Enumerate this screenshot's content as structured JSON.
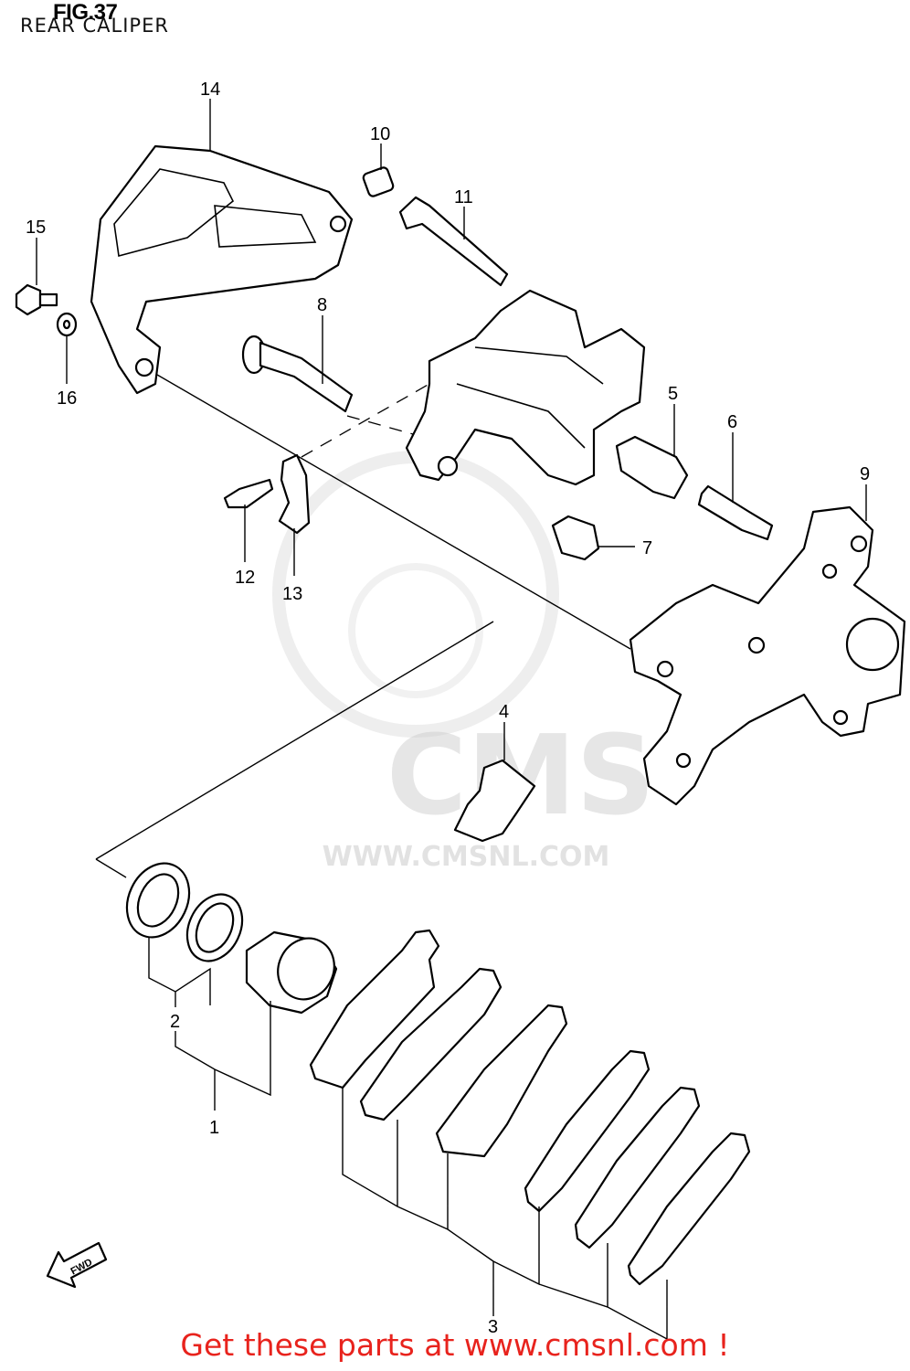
{
  "header": {
    "figure": "FIG.37",
    "subtitle": "REAR CALIPER"
  },
  "watermark": {
    "brand": "CMS",
    "url": "WWW.CMSNL.COM"
  },
  "footer": {
    "cta": "Get these parts at www.cmsnl.com !",
    "color": "#e8231d"
  },
  "direction_badge": "FWD",
  "callouts": {
    "c1": "1",
    "c2": "2",
    "c3": "3",
    "c4": "4",
    "c5": "5",
    "c6": "6",
    "c7": "7",
    "c8": "8",
    "c9": "9",
    "c10": "10",
    "c11": "11",
    "c12": "12",
    "c13": "13",
    "c14": "14",
    "c15": "15",
    "c16": "16"
  }
}
